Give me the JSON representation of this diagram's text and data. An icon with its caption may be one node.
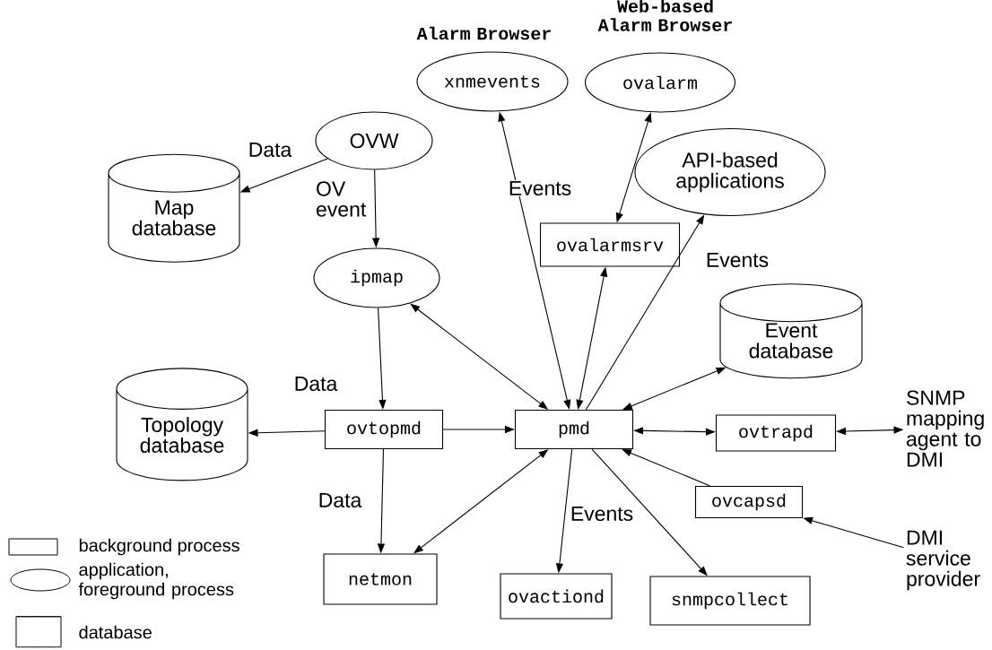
{
  "diagram": {
    "nodes": [
      {
        "text": [
          "xnmevents"
        ],
        "beside": [
          "Alarm Browser"
        ]
      },
      {
        "text": [
          "ovalarm"
        ],
        "beside": [
          "Web-based Alarm Browser"
        ]
      },
      {
        "text": [
          "OVW"
        ]
      },
      {
        "text": [
          "Map database"
        ]
      },
      {
        "text": [
          "API-based applications"
        ]
      },
      {
        "text": [
          "ovalarmsrv"
        ]
      },
      {
        "text": [
          "ipmap"
        ]
      },
      {
        "text": [
          "Event database"
        ]
      },
      {
        "text": [
          "Topology database"
        ]
      },
      {
        "text": [
          "ovtopmd"
        ]
      },
      {
        "text": [
          "pmd"
        ]
      },
      {
        "text": [
          "ovtrapd"
        ]
      },
      {
        "text": [
          "SNMP mapping agent to DMI"
        ]
      },
      {
        "text": [
          "ovcapsd"
        ]
      },
      {
        "text": [
          "DMI service provider"
        ]
      },
      {
        "text": [
          "netmon"
        ]
      },
      {
        "text": [
          "ovactiond"
        ]
      },
      {
        "text": [
          "snmpcollect"
        ]
      }
    ],
    "edges": [
      {
        "from": 2,
        "to": 3,
        "arrow": "to",
        "label": "Data"
      },
      {
        "from": 2,
        "to": 6,
        "arrow": "to",
        "label": "OV event"
      },
      {
        "from": 10,
        "to": 0,
        "arrow": "both",
        "label": "Events"
      },
      {
        "from": 1,
        "to": 5,
        "arrow": "both"
      },
      {
        "from": 10,
        "to": 4,
        "arrow": "to",
        "label": "Events"
      },
      {
        "from": 5,
        "to": 10,
        "arrow": "both"
      },
      {
        "from": 6,
        "to": 10,
        "arrow": "both"
      },
      {
        "from": 6,
        "to": 9,
        "arrow": "to",
        "label": "Data"
      },
      {
        "from": 10,
        "to": 7,
        "arrow": "both"
      },
      {
        "from": 9,
        "to": 8,
        "arrow": "to"
      },
      {
        "from": 9,
        "to": 10,
        "arrow": "to"
      },
      {
        "from": 10,
        "to": 11,
        "arrow": "both"
      },
      {
        "from": 11,
        "to": 12,
        "arrow": "both"
      },
      {
        "from": 13,
        "to": 10,
        "arrow": "to"
      },
      {
        "from": 14,
        "to": 13,
        "arrow": "to"
      },
      {
        "from": 9,
        "to": 15,
        "arrow": "to",
        "label": "Data"
      },
      {
        "from": 15,
        "to": 10,
        "arrow": "both"
      },
      {
        "from": 10,
        "to": 16,
        "arrow": "to",
        "label": "Events"
      },
      {
        "from": 10,
        "to": 17,
        "arrow": "to"
      }
    ],
    "legend": [
      {
        "text": "background process"
      },
      {
        "text": "application, foreground process"
      },
      {
        "text": "database"
      }
    ]
  }
}
